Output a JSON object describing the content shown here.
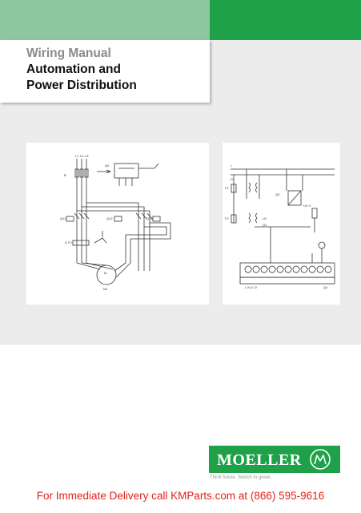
{
  "cover": {
    "subtitle": "Wiring Manual",
    "title_line1": "Automation and",
    "title_line2": "Power Distribution"
  },
  "colors": {
    "band_light": "#8cc79f",
    "band_dark": "#1fa14a",
    "footer_text": "#e2231a"
  },
  "diagram_left": {
    "labels": {
      "l1": "L1",
      "l2": "L2",
      "l3": "L3",
      "q0": "Q0",
      "b": "B",
      "q11": "Q11",
      "q12": "Q12",
      "q13": "Q13",
      "a": "A",
      "f2": "F2",
      "m": "M",
      "m1": "M1"
    }
  },
  "diagram_right": {
    "labels": {
      "l": "L",
      "n": "N",
      "q0": "Q0",
      "f1": "F1",
      "f2": "F2",
      "u1": "U1",
      "q1": "Q1",
      "p24": "+24 V",
      "inputs": "L  N  I1  I2",
      "q4": "Q4"
    }
  },
  "brand": {
    "name": "MOELLER",
    "tagline": "Think future. Switch to green."
  },
  "footer": {
    "text": "For Immediate Delivery call KMParts.com at (866) 595-9616"
  }
}
